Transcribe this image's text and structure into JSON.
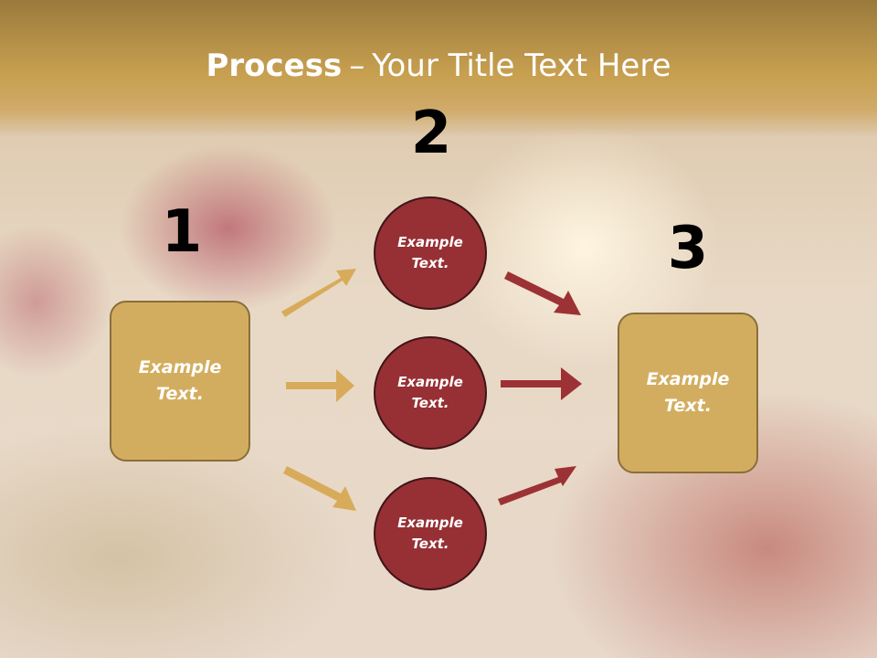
{
  "slide": {
    "title_bold": "Process",
    "title_separator": "–",
    "title_rest": "Your Title Text Here"
  },
  "steps": [
    {
      "number": "1",
      "line1": "Example",
      "line2": "Text."
    },
    {
      "number": "2",
      "items": [
        {
          "line1": "Example",
          "line2": "Text."
        },
        {
          "line1": "Example",
          "line2": "Text."
        },
        {
          "line1": "Example",
          "line2": "Text."
        }
      ]
    },
    {
      "number": "3",
      "line1": "Example",
      "line2": "Text."
    }
  ],
  "colors": {
    "box_fill": "#d3ad5f",
    "circle_fill": "#963034",
    "arrow_gold": "#d8ab5a",
    "arrow_red": "#9c3235",
    "header_gold": "#c8a050"
  }
}
